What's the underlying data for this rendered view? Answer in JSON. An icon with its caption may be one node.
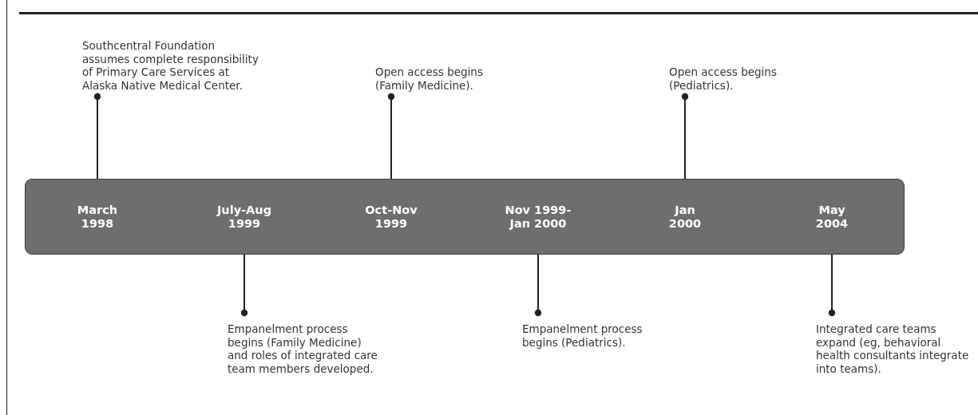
{
  "diagram": {
    "nodes": [
      {
        "text": [
          "Southcentral Foundation assumes complete responsibility of Primary Care Services at Alaska Native Medical Center."
        ]
      },
      {
        "text": [
          "Open access begins (Family Medicine)."
        ]
      },
      {
        "text": [
          "Open access begins (Pediatrics)."
        ]
      },
      {
        "text": [],
        "shape": "bar"
      },
      {
        "text": [
          "March 1998"
        ],
        "in": 3
      },
      {
        "text": [
          "July-Aug 1999"
        ],
        "in": 3
      },
      {
        "text": [
          "Oct-Nov 1999"
        ],
        "in": 3
      },
      {
        "text": [
          "Nov 1999- Jan 2000"
        ],
        "in": 3
      },
      {
        "text": [
          "Jan 2000"
        ],
        "in": 3
      },
      {
        "text": [
          "May 2004"
        ],
        "in": 3
      },
      {
        "text": [
          "Empanelment process begins (Family Medicine) and roles of integrated care team members developed."
        ]
      },
      {
        "text": [
          "Empanelment process begins (Pediatrics)."
        ]
      },
      {
        "text": [
          "Integrated care teams expand (eg, behavioral health consultants integrate into teams)."
        ]
      }
    ],
    "edges": [
      {
        "from": 0,
        "to": 4,
        "arrow": "other"
      },
      {
        "from": 1,
        "to": 6,
        "arrow": "other"
      },
      {
        "from": 2,
        "to": 8,
        "arrow": "other"
      },
      {
        "from": 10,
        "to": 5,
        "arrow": "other"
      },
      {
        "from": 11,
        "to": 7,
        "arrow": "other"
      },
      {
        "from": 12,
        "to": 9,
        "arrow": "other"
      }
    ]
  }
}
